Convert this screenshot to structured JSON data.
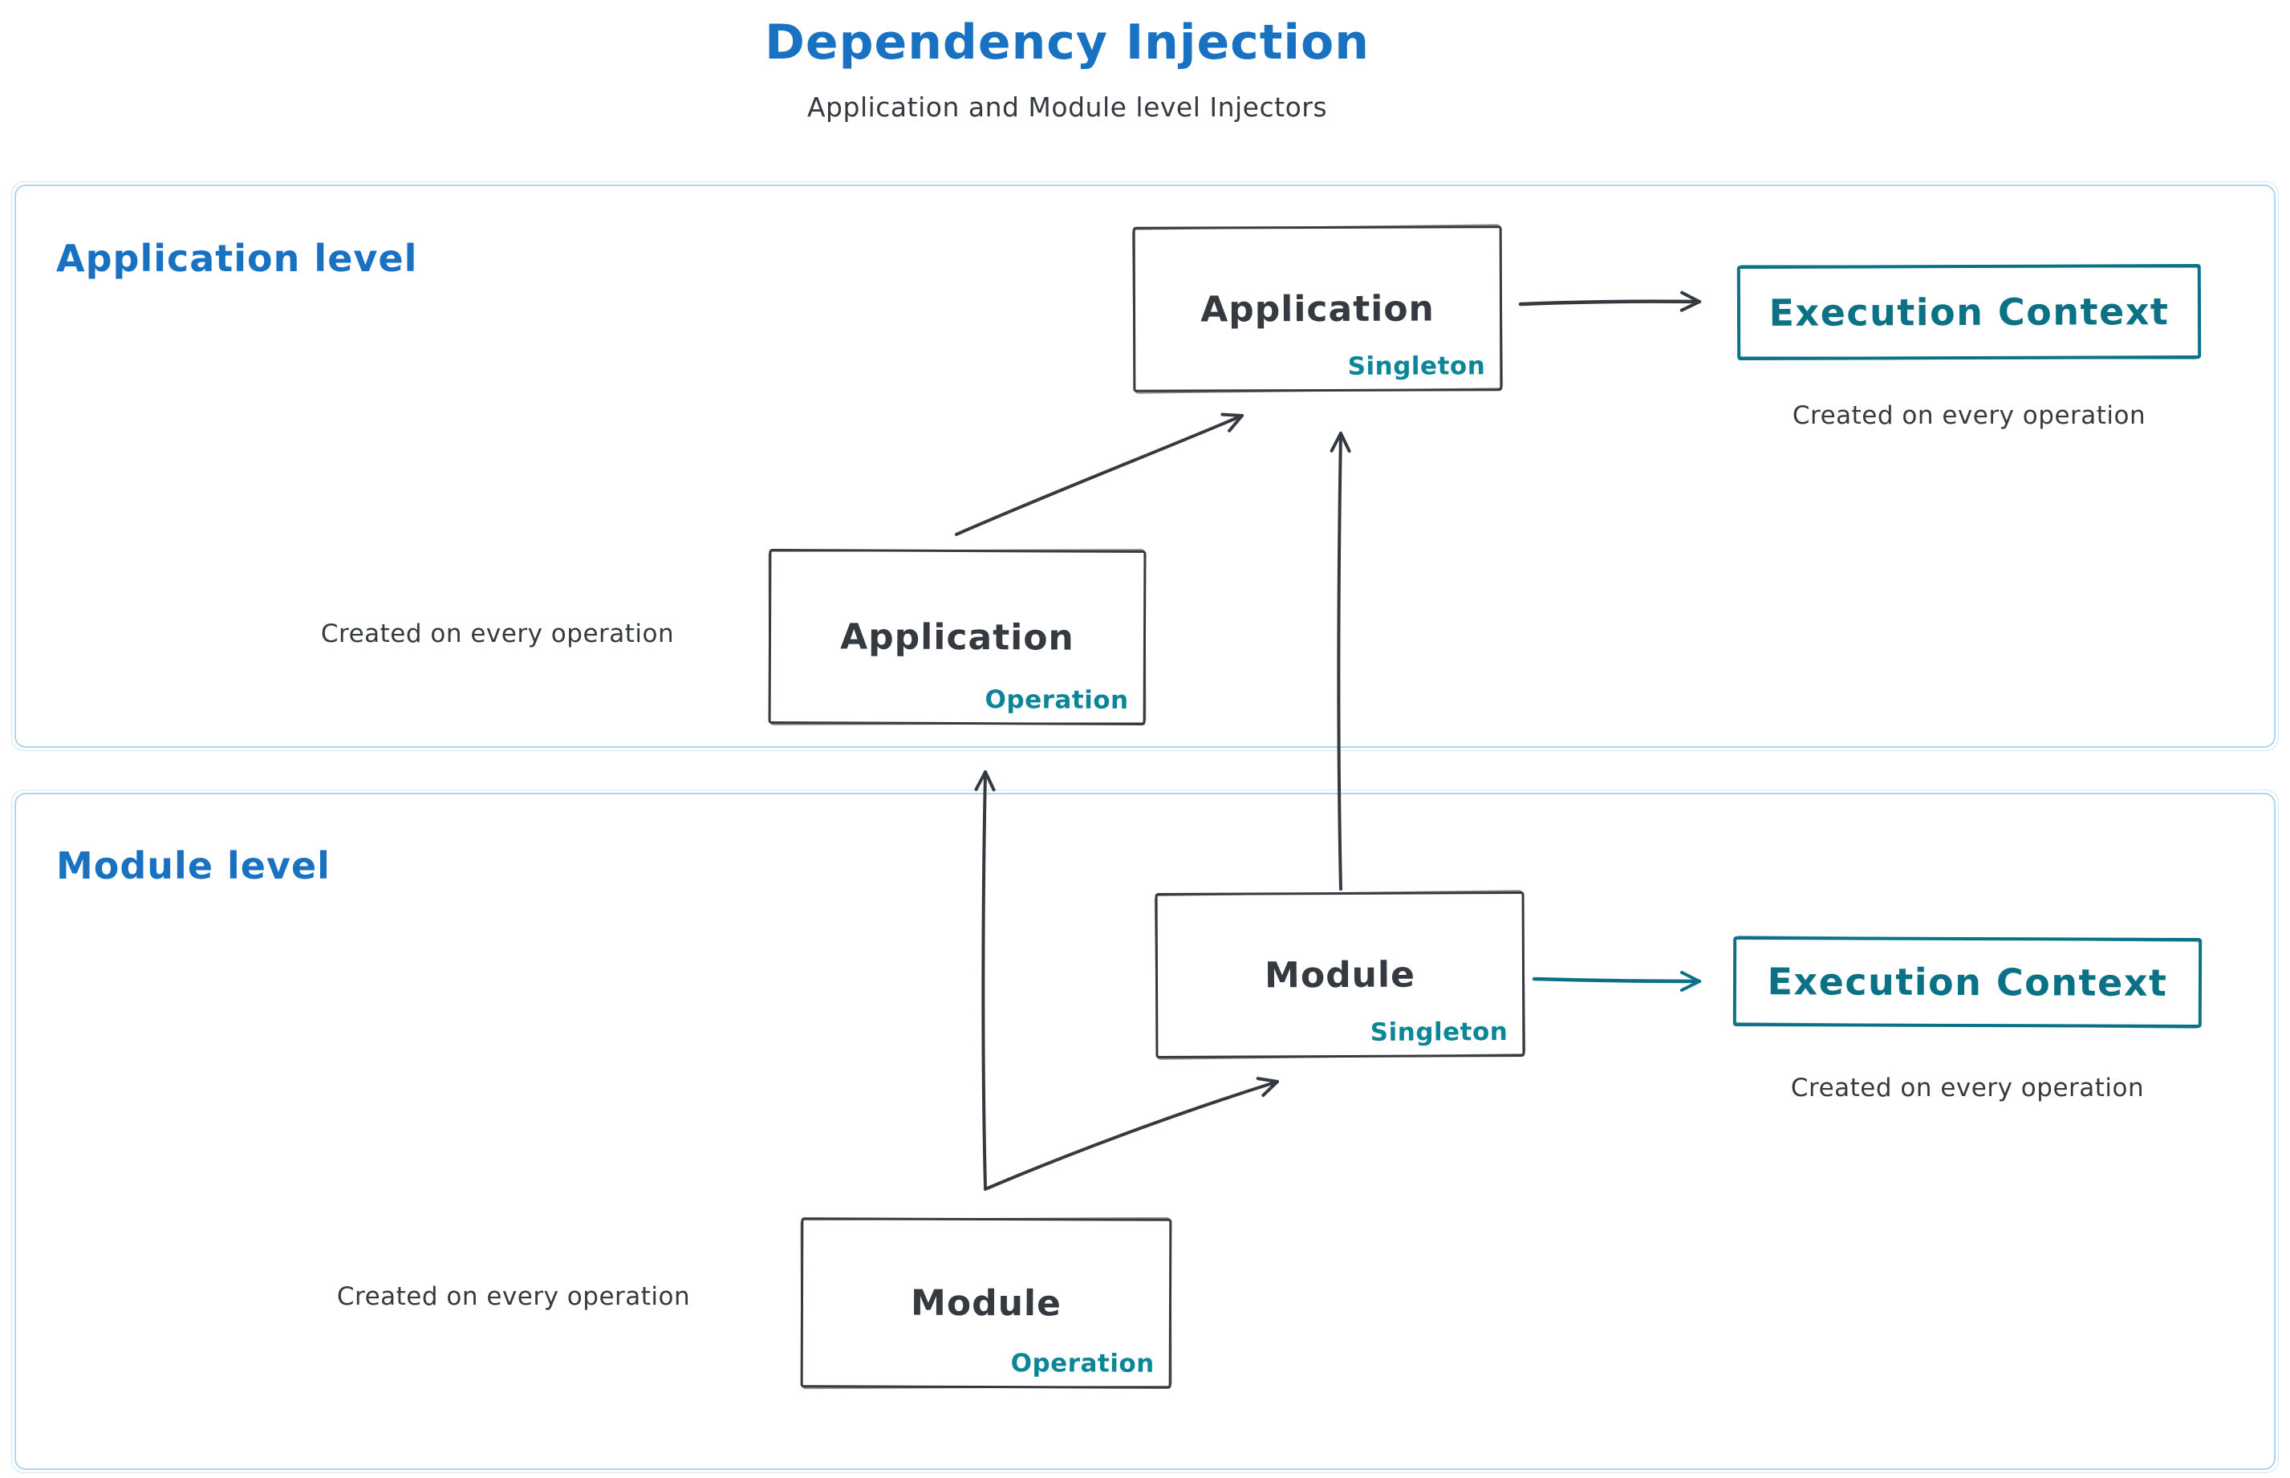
{
  "title": "Dependency Injection",
  "subtitle": "Application and Module level Injectors",
  "colors": {
    "heading_blue": "#1971c2",
    "teal_accent": "#0b7285",
    "scope_teal": "#0c8599",
    "ink_dark": "#343a40",
    "container_border_blue": "#aed5f2"
  },
  "application_level": {
    "label": "Application level",
    "singleton_box": {
      "name": "Application",
      "scope": "Singleton"
    },
    "operation_box": {
      "name": "Application",
      "scope": "Operation",
      "caption": "Created on every operation"
    },
    "execution_context": {
      "label": "Execution Context",
      "caption": "Created on every operation"
    }
  },
  "module_level": {
    "label": "Module level",
    "singleton_box": {
      "name": "Module",
      "scope": "Singleton"
    },
    "operation_box": {
      "name": "Module",
      "scope": "Operation",
      "caption": "Created on every operation"
    },
    "execution_context": {
      "label": "Execution Context",
      "caption": "Created on every operation"
    }
  }
}
